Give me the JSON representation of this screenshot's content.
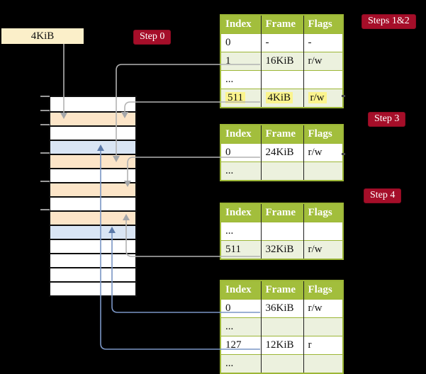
{
  "root_box": {
    "label": "4KiB",
    "bg": "#FBEFC9"
  },
  "badges": {
    "step0": {
      "label": "Step 0"
    },
    "steps12": {
      "label": "Steps 1&2"
    },
    "step3": {
      "label": "Step 3"
    },
    "step4": {
      "label": "Step 4"
    },
    "style": {
      "bg": "#A50E29",
      "text_color": "#FFFFFF"
    }
  },
  "memory_column": {
    "row_colors": [
      "white",
      "peach",
      "white",
      "blue",
      "peach",
      "white",
      "peach",
      "white",
      "peach",
      "blue",
      "white",
      "white",
      "white",
      "white"
    ],
    "palette": {
      "white": "#FFFFFF",
      "peach": "#FCE5C8",
      "blue": "#D9E5F4"
    }
  },
  "tables": [
    {
      "id": "pt-steps12",
      "headers": [
        "Index",
        "Frame",
        "Flags"
      ],
      "rows": [
        {
          "cells": [
            "0",
            "-",
            "-"
          ],
          "shaded": false,
          "highlight": false
        },
        {
          "cells": [
            "1",
            "16KiB",
            "r/w"
          ],
          "shaded": true,
          "highlight": false
        },
        {
          "cells": [
            "...",
            "",
            ""
          ],
          "shaded": false,
          "highlight": false
        },
        {
          "cells": [
            "511",
            "4KiB",
            "r/w"
          ],
          "shaded": true,
          "highlight": true
        }
      ]
    },
    {
      "id": "pt-step3",
      "headers": [
        "Index",
        "Frame",
        "Flags"
      ],
      "rows": [
        {
          "cells": [
            "0",
            "24KiB",
            "r/w"
          ],
          "shaded": false,
          "highlight": false
        },
        {
          "cells": [
            "...",
            "",
            ""
          ],
          "shaded": true,
          "highlight": false
        }
      ]
    },
    {
      "id": "pt-step4",
      "headers": [
        "Index",
        "Frame",
        "Flags"
      ],
      "rows": [
        {
          "cells": [
            "...",
            "",
            ""
          ],
          "shaded": false,
          "highlight": false
        },
        {
          "cells": [
            "511",
            "32KiB",
            "r/w"
          ],
          "shaded": true,
          "highlight": false
        }
      ]
    },
    {
      "id": "pt-final",
      "headers": [
        "Index",
        "Frame",
        "Flags"
      ],
      "rows": [
        {
          "cells": [
            "0",
            "36KiB",
            "r/w"
          ],
          "shaded": false,
          "highlight": false
        },
        {
          "cells": [
            "...",
            "",
            ""
          ],
          "shaded": true,
          "highlight": false
        },
        {
          "cells": [
            "127",
            "12KiB",
            "r"
          ],
          "shaded": false,
          "highlight": false
        },
        {
          "cells": [
            "...",
            "",
            ""
          ],
          "shaded": true,
          "highlight": false
        }
      ]
    }
  ],
  "table_style": {
    "header_bg": "#A2BE3C",
    "header_text": "#FFFFFF",
    "border": "#9CB636",
    "shaded_row_bg": "#ECF1DE",
    "highlight_bg": "#FBF48D"
  },
  "connections": {
    "gray_color": "#B2B2B2",
    "blue_color": "#7A96C5",
    "links": [
      {
        "from": "root-box 4KiB",
        "to": "memory frame row 2 (peach)",
        "color": "gray"
      },
      {
        "from": "table1 entry 1 / 16KiB",
        "to": "memory frame row 5 (peach)",
        "color": "gray"
      },
      {
        "from": "table1 entry 511 / 4KiB",
        "to": "memory frame row 2 (peach)",
        "color": "gray"
      },
      {
        "from": "table2 entry 0 / 24KiB",
        "to": "memory frame row 7 (peach)",
        "color": "gray"
      },
      {
        "from": "table3 entry 511 / 32KiB",
        "to": "memory frame row 9 (peach)",
        "color": "gray"
      },
      {
        "from": "table4 entry 0 / 36KiB",
        "to": "memory frame row 10 (blue)",
        "color": "blue"
      },
      {
        "from": "table4 entry 127 / 12KiB",
        "to": "memory frame row 4 (blue)",
        "color": "blue"
      }
    ]
  }
}
